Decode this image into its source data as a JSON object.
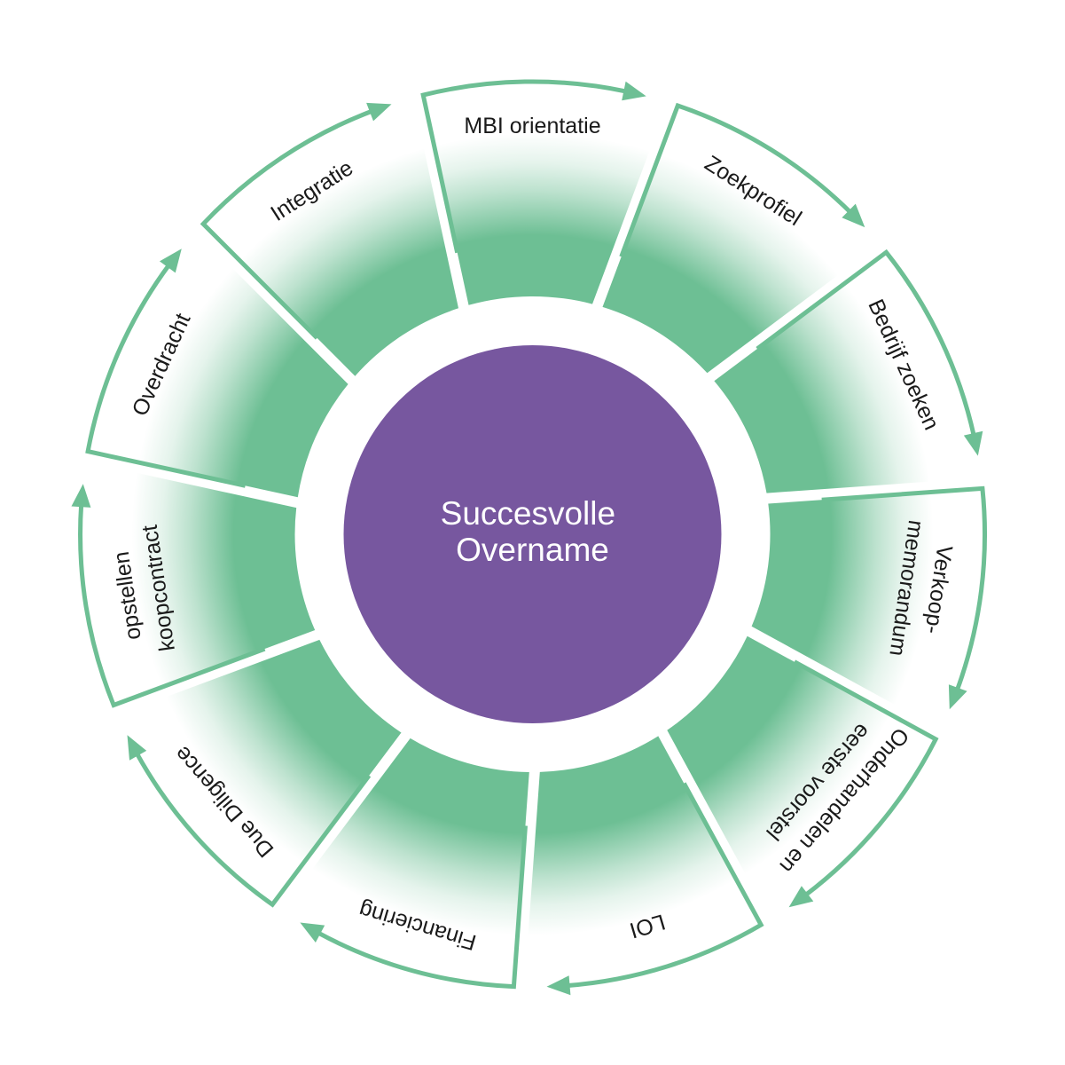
{
  "colors": {
    "background": "#ffffff",
    "ring": "#6dbf94",
    "center": "#77579f",
    "label": "#1a1a1a",
    "center_text": "#ffffff"
  },
  "center": {
    "lines": [
      "Succesvolle",
      "Overname"
    ]
  },
  "segments": [
    {
      "lines": [
        "MBI orientatie"
      ]
    },
    {
      "lines": [
        "Zoekprofiel"
      ]
    },
    {
      "lines": [
        "Bedrijf zoeken"
      ]
    },
    {
      "lines": [
        "Verkoop-",
        "memorandum"
      ]
    },
    {
      "lines": [
        "Onderhandelen en",
        "eerste voorstel"
      ]
    },
    {
      "lines": [
        "LOI"
      ]
    },
    {
      "lines": [
        "Financiering"
      ]
    },
    {
      "lines": [
        "Due Diligence"
      ]
    },
    {
      "lines": [
        "opstellen",
        "koopcontract"
      ]
    },
    {
      "lines": [
        "Overdracht"
      ]
    },
    {
      "lines": [
        "Integratie"
      ]
    }
  ]
}
